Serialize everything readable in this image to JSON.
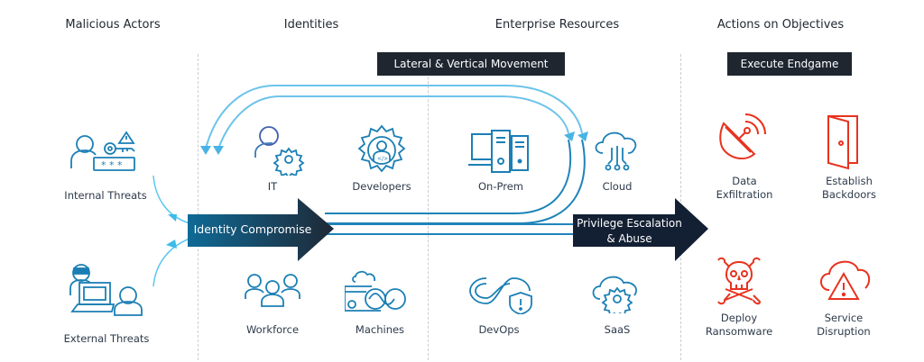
{
  "columns": {
    "malicious_actors": "Malicious Actors",
    "identities": "Identities",
    "enterprise_resources": "Enterprise Resources",
    "actions_on_objectives": "Actions on Objectives"
  },
  "badges": {
    "lateral_movement": "Lateral & Vertical Movement",
    "execute_endgame": "Execute Endgame"
  },
  "arrows": {
    "identity_compromise": "Identity Compromise",
    "privilege_escalation_line1": "Privilege Escalation",
    "privilege_escalation_line2": "& Abuse"
  },
  "actors": {
    "internal": "Internal Threats",
    "external": "External Threats"
  },
  "identities": {
    "it": "IT",
    "developers": "Developers",
    "workforce": "Workforce",
    "machines": "Machines"
  },
  "resources": {
    "on_prem": "On-Prem",
    "cloud": "Cloud",
    "devops": "DevOps",
    "saas": "SaaS"
  },
  "objectives": {
    "data_exfiltration_line1": "Data",
    "data_exfiltration_line2": "Exfiltration",
    "establish_backdoors_line1": "Establish",
    "establish_backdoors_line2": "Backdoors",
    "deploy_ransomware_line1": "Deploy",
    "deploy_ransomware_line2": "Ransomware",
    "service_disruption_line1": "Service",
    "service_disruption_line2": "Disruption"
  },
  "colors": {
    "teal": "#1b7fb5",
    "light_blue": "#5bbde6",
    "dark_navy": "#131f33",
    "badge_dark": "#1f2630",
    "red": "#e8321e"
  }
}
